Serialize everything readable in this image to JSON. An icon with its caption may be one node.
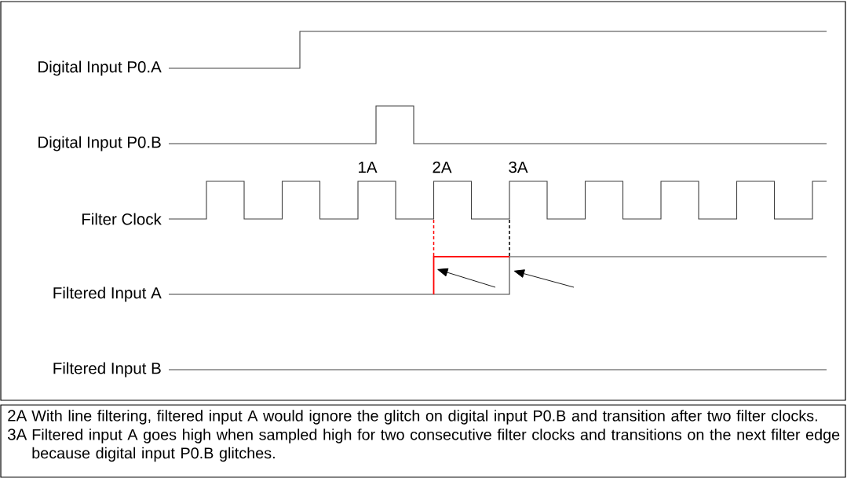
{
  "diagram": {
    "labels": [
      "Digital Input P0.A",
      "Digital Input P0.B",
      "1A",
      "2A",
      "3A",
      "Filter Clock",
      "Filtered Input A",
      "Filtered Input B",
      "2A",
      "With line filtering, filtered input A would ignore the glitch on digital input P0.B and transition after two filter clocks.",
      "3A",
      "Filtered input A goes high when sampled high for two consecutive filter clocks and transitions on the next filter edge because digital input P0.B glitches."
    ]
  }
}
